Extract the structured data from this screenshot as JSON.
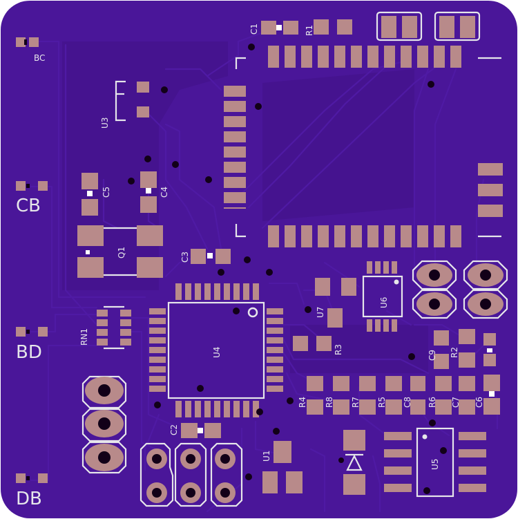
{
  "board": {
    "substrate_color": "#4a1699",
    "pad_color": "#b88a8a",
    "silkscreen_color": "#e6e6ea",
    "trace_color": "#4f1aa4",
    "via_color": "#120018"
  },
  "labels": {
    "connectors": {
      "bc": "BC",
      "cb": "CB",
      "bd": "BD",
      "db": "DB"
    },
    "designators": {
      "c1": "C1",
      "r1": "R1",
      "u3": "U3",
      "c5": "C5",
      "c4": "C4",
      "q1": "Q1",
      "c3": "C3",
      "rn1": "RN1",
      "u4": "U4",
      "u7": "U7",
      "r3": "R3",
      "u6": "U6",
      "c9": "C9",
      "r2": "R2",
      "r4": "R4",
      "r8": "R8",
      "r7": "R7",
      "r5": "R5",
      "c8": "C8",
      "r6": "R6",
      "c7": "C7",
      "c6": "C6",
      "c2": "C2",
      "u1": "U1",
      "u5": "U5"
    }
  }
}
